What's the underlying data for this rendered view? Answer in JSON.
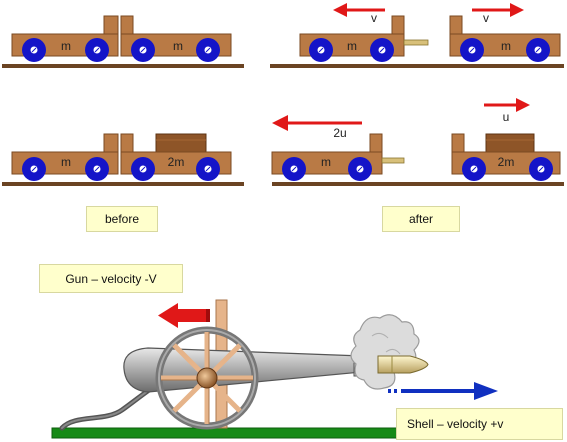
{
  "colors": {
    "wood": "#b97a45",
    "wood_dark": "#7a4a22",
    "wheel": "#1414c8",
    "wheel_hub": "#ffffff",
    "rail": "#6b4423",
    "arrow_red": "#e01818",
    "arrow_blue": "#1030c0",
    "ground_green": "#168a16",
    "label_box": "#ffffcc"
  },
  "top_before": {
    "left_car_mass": "m",
    "right_car_mass": "m"
  },
  "top_after": {
    "left_car_mass": "m",
    "right_car_mass": "m",
    "left_velocity": "v",
    "right_velocity": "v"
  },
  "bottom_before": {
    "left_car_mass": "m",
    "right_car_mass": "2m"
  },
  "bottom_after": {
    "left_car_mass": "m",
    "right_car_mass": "2m",
    "left_velocity": "2u",
    "right_velocity": "u"
  },
  "captions": {
    "before": "before",
    "after": "after"
  },
  "cannon": {
    "gun_label": "Gun – velocity -V",
    "shell_label": "Shell – velocity +v"
  }
}
